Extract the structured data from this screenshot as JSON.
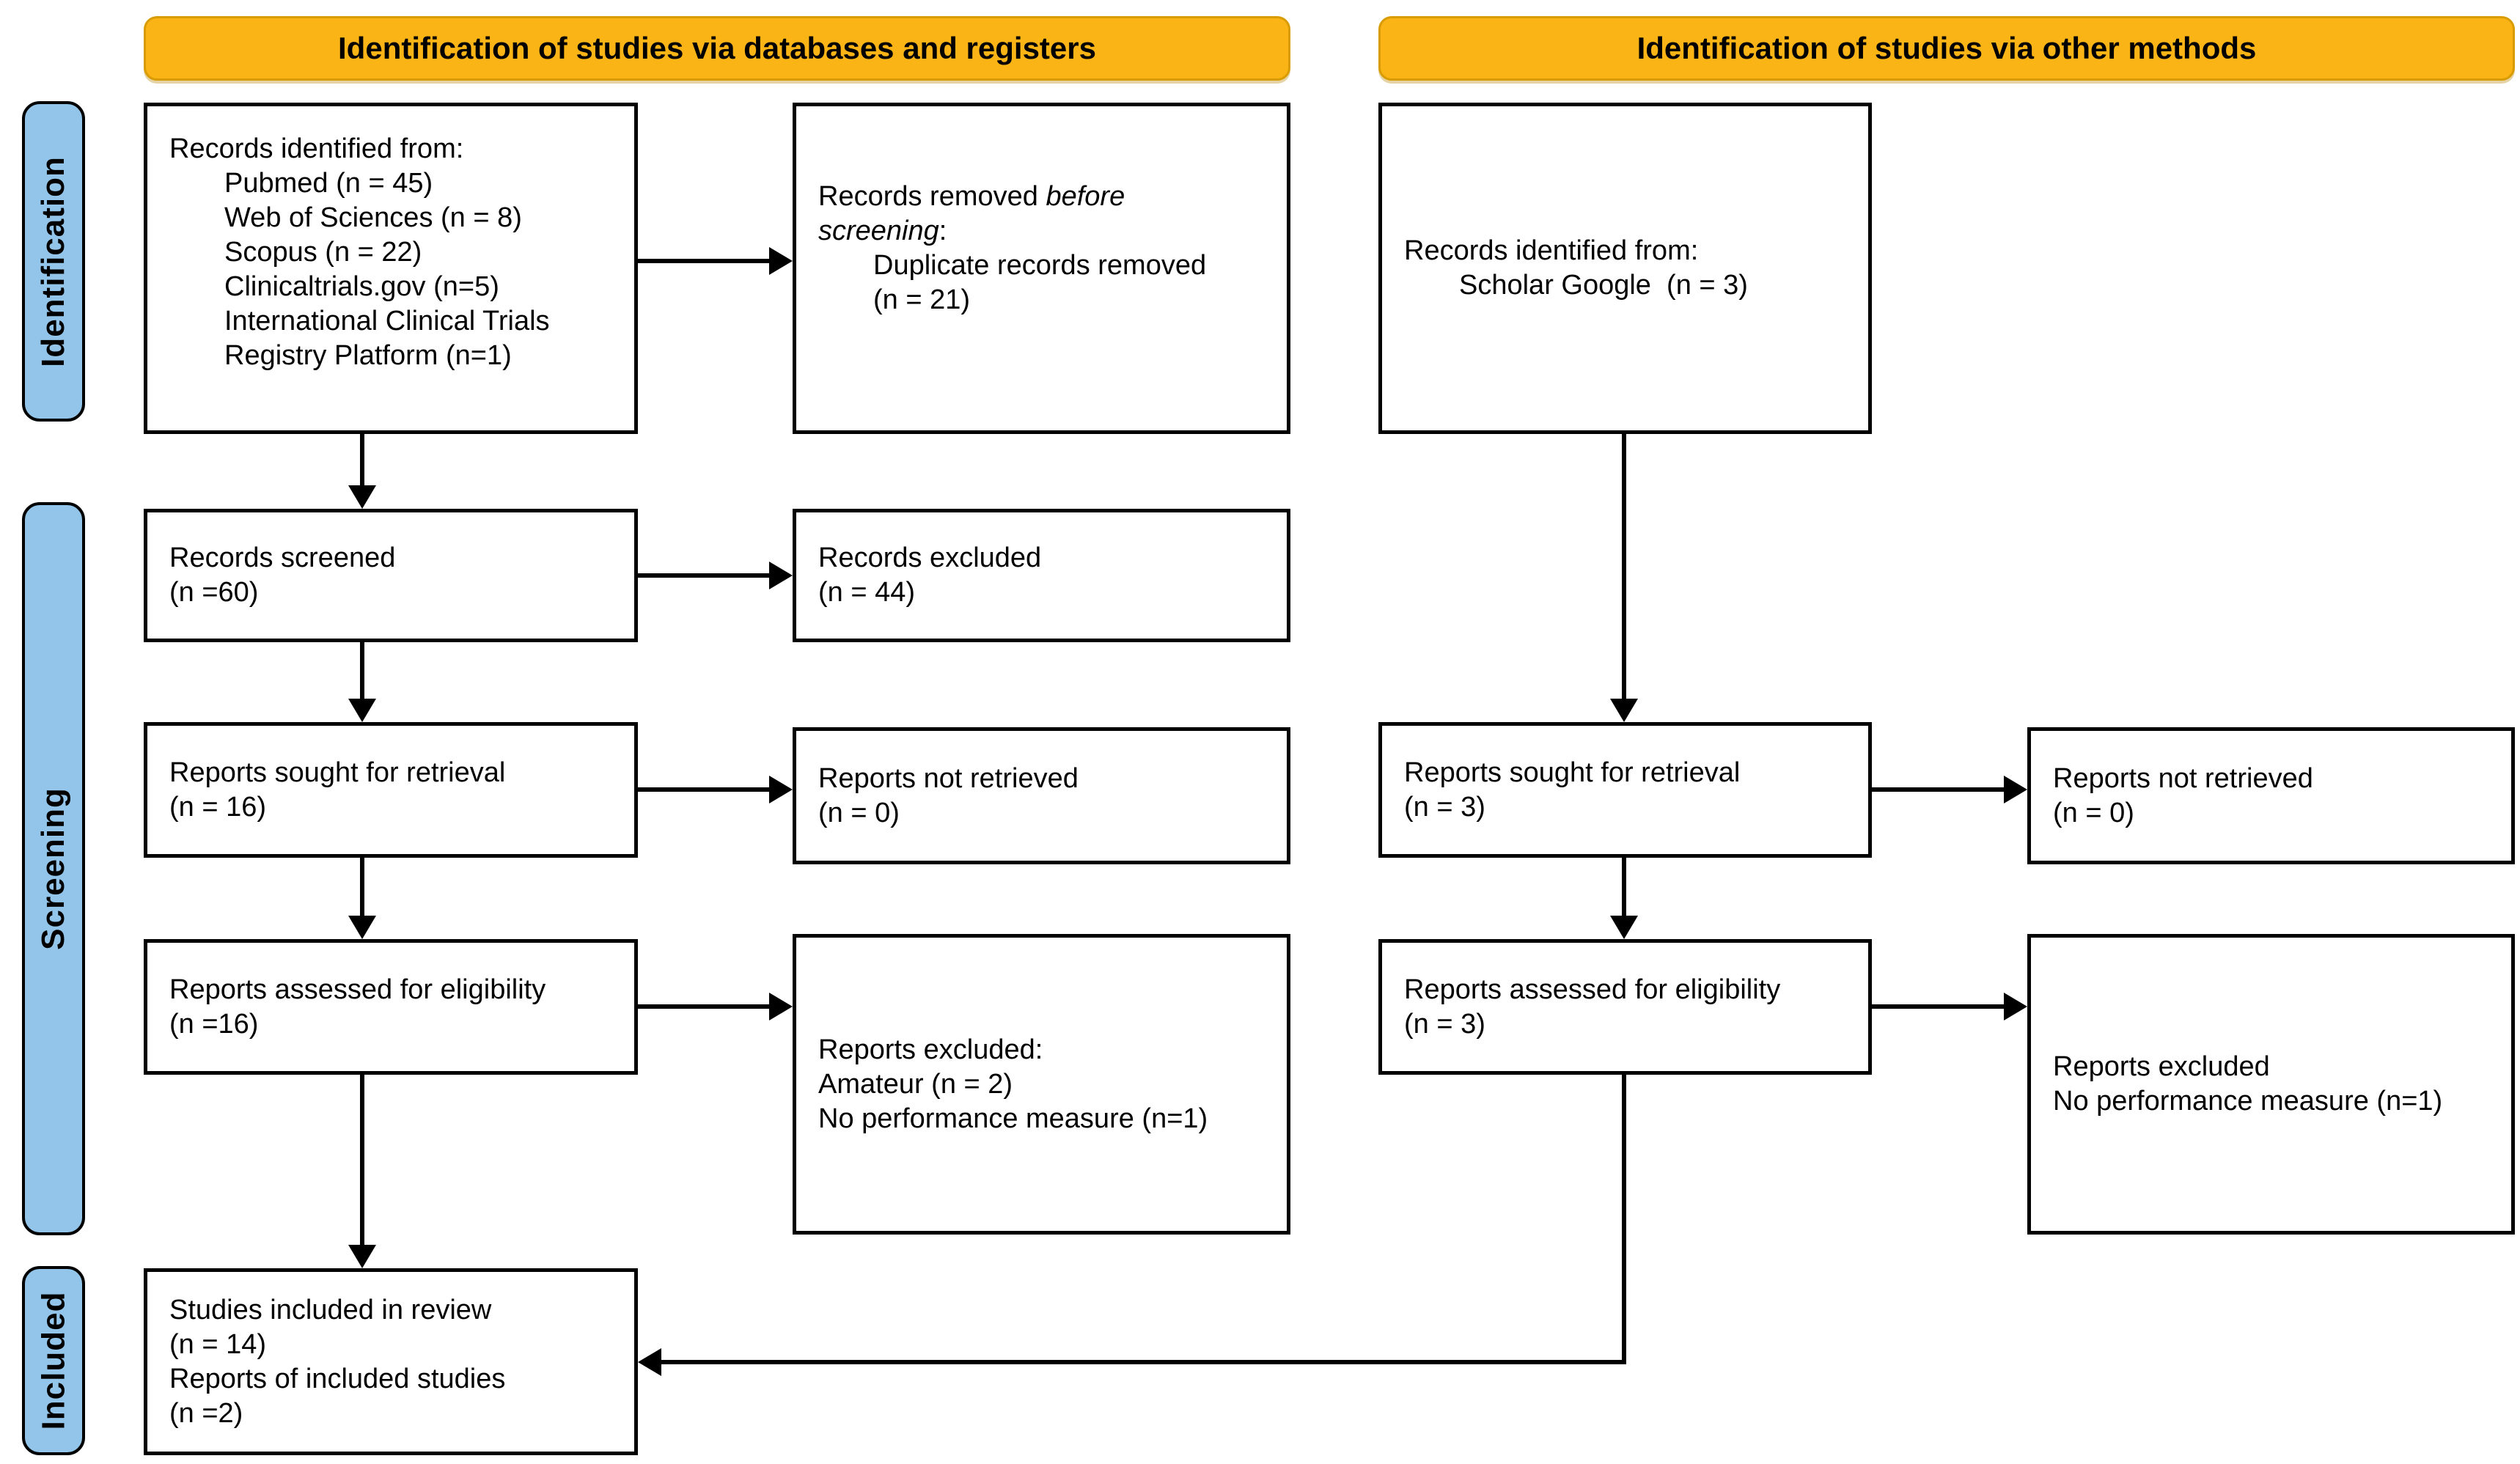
{
  "banners": {
    "databases": "Identification of studies via databases and registers",
    "other": "Identification of studies via other methods"
  },
  "stages": {
    "identification": "Identification",
    "screening": "Screening",
    "included": "Included"
  },
  "boxes": {
    "db_identified": {
      "title": "Records identified from:",
      "items": [
        "Pubmed (n = 45)",
        "Web of Sciences (n = 8)",
        "Scopus (n = 22)",
        "Clinicaltrials.gov (n=5)",
        "International Clinical Trials",
        "Registry Platform (n=1)"
      ]
    },
    "removed_before": {
      "pre": "Records removed ",
      "italic1": "before",
      "italic2": "screening",
      "colon": ":",
      "items": [
        "Duplicate records removed",
        "(n = 21)"
      ]
    },
    "records_screened": {
      "lines": [
        "Records screened",
        "(n =60)"
      ]
    },
    "records_excluded": {
      "lines": [
        "Records excluded",
        "(n = 44)"
      ]
    },
    "db_sought": {
      "lines": [
        "Reports sought for retrieval",
        "(n = 16)"
      ]
    },
    "db_not_retrieved": {
      "lines": [
        "Reports not retrieved",
        "(n = 0)"
      ]
    },
    "db_assessed": {
      "lines": [
        "Reports assessed for eligibility",
        "(n =16)"
      ]
    },
    "db_reports_excluded": {
      "lines": [
        "Reports excluded:",
        "Amateur (n = 2)",
        "No performance measure (n=1)"
      ]
    },
    "included_studies": {
      "lines": [
        "Studies included in review",
        "(n = 14)",
        "Reports of included studies",
        "(n =2)"
      ]
    },
    "other_identified": {
      "title": "Records identified from:",
      "items": [
        "Scholar Google  (n = 3)"
      ]
    },
    "other_sought": {
      "lines": [
        "Reports sought for retrieval",
        "(n = 3)"
      ]
    },
    "other_not_retrieved": {
      "lines": [
        "Reports not retrieved",
        "(n = 0)"
      ]
    },
    "other_assessed": {
      "lines": [
        "Reports assessed for eligibility",
        "(n = 3)"
      ]
    },
    "other_reports_excluded": {
      "lines": [
        "Reports excluded",
        "No performance measure (n=1)"
      ]
    }
  },
  "colors": {
    "banner_fill": "#FBB416",
    "banner_border": "#D99C00",
    "stage_fill": "#92C5E9",
    "box_border": "#000000",
    "connector": "#000000"
  }
}
